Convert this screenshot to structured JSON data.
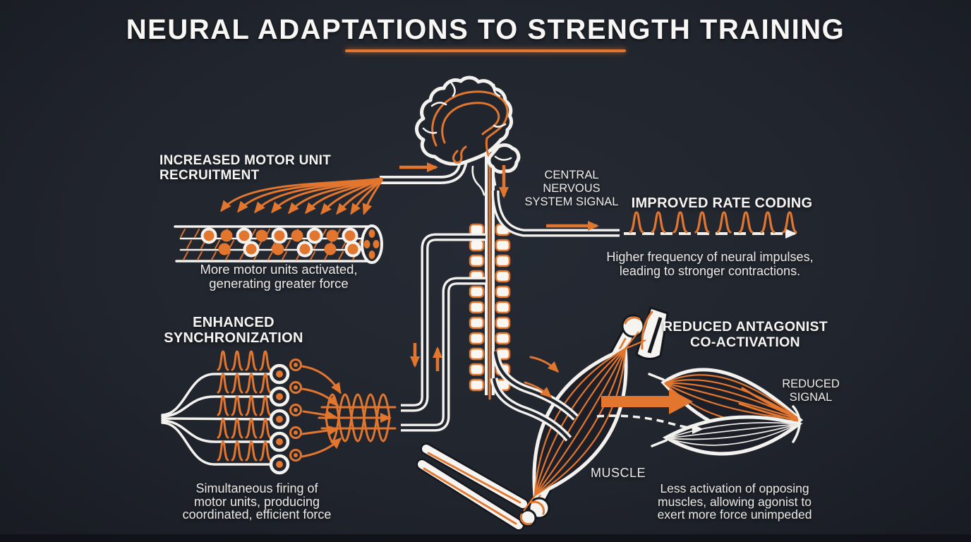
{
  "title": "NEURAL ADAPTATIONS TO STRENGTH TRAINING",
  "colors": {
    "background": "#21252D",
    "accent_orange": "#E2762F",
    "ink": "#F4F2EE"
  },
  "sections": {
    "recruitment": {
      "heading": "INCREASED MOTOR UNIT\nRECRUITMENT",
      "caption": "More motor units activated,\ngenerating greater force"
    },
    "cns_signal": {
      "label": "CENTRAL NERVOUS\nSYSTEM SIGNAL"
    },
    "rate_coding": {
      "heading": "IMPROVED RATE CODING",
      "caption": "Higher frequency of neural impulses,\nleading to stronger contractions."
    },
    "synchronization": {
      "heading": "ENHANCED\nSYNCHRONIZATION",
      "caption": "Simultaneous firing of\nmotor units, producing\ncoordinated, efficient force"
    },
    "antagonist": {
      "heading": "REDUCED ANTAGONIST\nCO-ACTIVATION",
      "reduced_signal": "REDUCED\nSIGNAL",
      "muscle_label": "MUSCLE",
      "caption": "Less activation of opposing\nmuscles, allowing agonist to\nexert more force unimpeded"
    }
  }
}
